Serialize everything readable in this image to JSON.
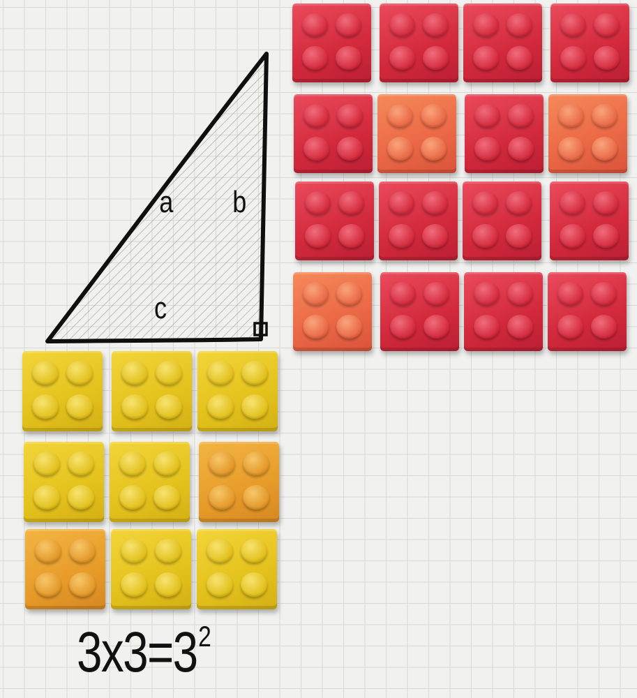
{
  "triangle": {
    "label_a": "a",
    "label_b": "b",
    "label_c": "c"
  },
  "red_grid": {
    "rows": 4,
    "cols": 4,
    "colors": [
      [
        "red",
        "red",
        "red",
        "red"
      ],
      [
        "red",
        "red-orange",
        "red",
        "red-orange"
      ],
      [
        "red",
        "red",
        "red",
        "red"
      ],
      [
        "red-orange",
        "red",
        "red",
        "red"
      ]
    ]
  },
  "yellow_grid": {
    "rows": 3,
    "cols": 3,
    "colors": [
      [
        "yellow",
        "yellow",
        "yellow"
      ],
      [
        "yellow",
        "yellow",
        "yellow-orange"
      ],
      [
        "yellow-orange",
        "yellow",
        "yellow"
      ]
    ]
  },
  "equation": {
    "base": "3x3=3",
    "exponent": "2"
  },
  "palette": {
    "red": "#d2293c",
    "red-orange": "#ec6a47",
    "yellow": "#e4c21c",
    "yellow-orange": "#e79b29",
    "grid_paper": "#f1f1ef",
    "ink": "#111111"
  }
}
